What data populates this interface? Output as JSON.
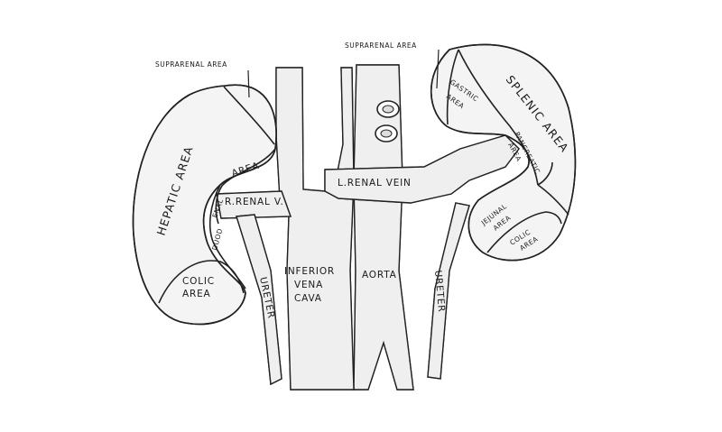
{
  "labels": {
    "suprarenal_left": "SUPRARENAL AREA",
    "suprarenal_right": "SUPRARENAL AREA",
    "hepatic": "HEPATIC AREA",
    "renal_area": "AREA",
    "duod_enal": "ENAL",
    "duod": "DUOD",
    "r_renal_v": "R.RENAL V.",
    "colic_left_1": "COLIC",
    "colic_left_2": "AREA",
    "ureter_left": "URETER",
    "ivc_1": "INFERIOR",
    "ivc_2": "VENA",
    "ivc_3": "CAVA",
    "aorta": "AORTA",
    "ureter_right": "URETER",
    "l_renal_vein": "L.RENAL VEIN",
    "gastric_1": "GASTRIC",
    "gastric_2": "AREA",
    "splenic": "SPLENIC AREA",
    "pancreatic_1": "PANCREATIC",
    "pancreatic_2": "AREA",
    "jejunal_1": "JEJUNAL",
    "jejunal_2": "AREA",
    "colic_right_1": "COLIC",
    "colic_right_2": "AREA"
  }
}
